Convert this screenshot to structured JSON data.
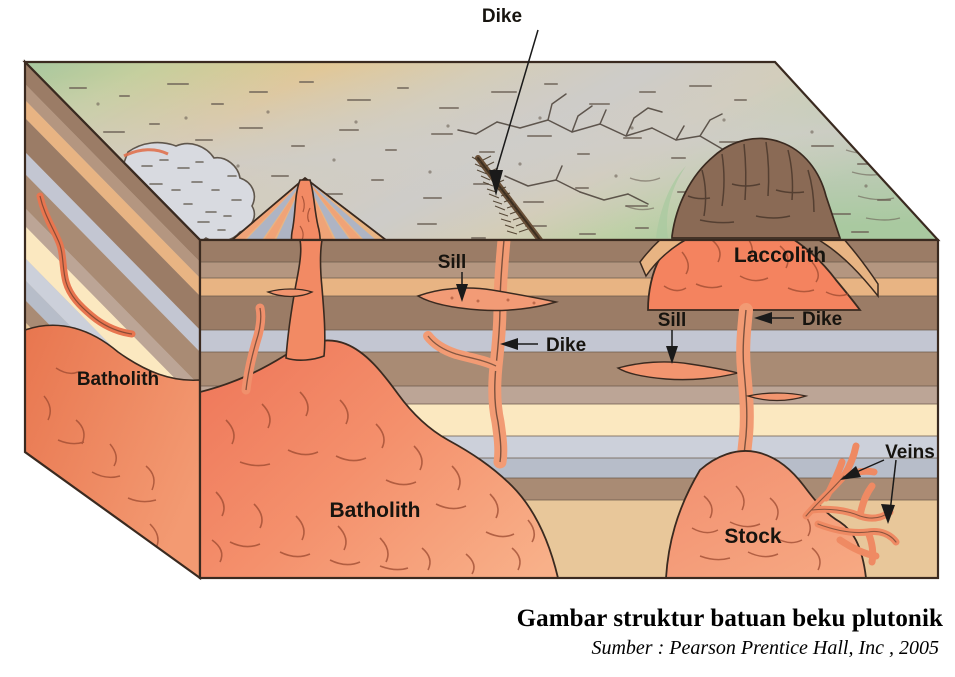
{
  "figure": {
    "title": "Gambar struktur batuan beku plutonik",
    "source": "Sumber : Pearson Prentice Hall, Inc , 2005"
  },
  "labels": {
    "dike_top": "Dike",
    "sill_left": "Sill",
    "sill_right": "Sill",
    "dike_mid": "Dike",
    "dike_right": "Dike",
    "laccolith": "Laccolith",
    "batholith_left": "Batholith",
    "batholith_front": "Batholith",
    "stock": "Stock",
    "veins": "Veins"
  },
  "colors": {
    "magma_light": "#f6a07a",
    "magma_mid": "#f28a64",
    "magma_deep": "#ee7a5e",
    "batholith_left_face": "#ea7f5d",
    "outline": "#3a2a20",
    "surface_green": "#a9c9a0",
    "surface_tan": "#e0c493",
    "surface_gray": "#cfcdc9",
    "strata_brown_dark": "#9b7c66",
    "strata_brown_mid": "#ab8a73",
    "strata_tan": "#e8b483",
    "strata_gray_blue": "#c3c6d2",
    "strata_cream": "#fbe8c0",
    "strata_pale": "#cfc0b3",
    "strata_sand": "#e8c79a",
    "laccolith_hill": "#8a6a55",
    "outcrop_gray": "#d8dae0"
  }
}
